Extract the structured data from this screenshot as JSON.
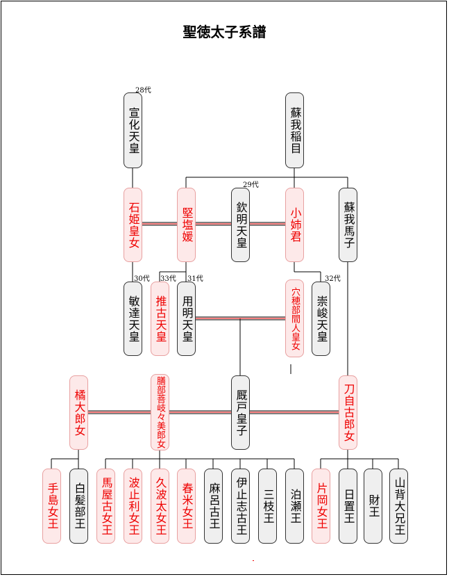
{
  "title": "聖徳太子系譜",
  "people": {
    "senka": "宣化天皇",
    "iname": "蘇我稲目",
    "ishihime": "石姫皇女",
    "kitashi": "堅塩媛",
    "kinmei": "欽明天皇",
    "oane": "小姉君",
    "umako": "蘇我馬子",
    "bidatsu": "敏達天皇",
    "suiko": "推古天皇",
    "yomei": "用明天皇",
    "anahobe": "穴穂部間人皇女",
    "sushun": "崇峻天皇",
    "tachibana": "橘大郎女",
    "kashiwade": "膳部菩岐々美郎女",
    "umayado": "厩戸皇子",
    "tojiko": "刀自古郎女",
    "teshima": "手島女王",
    "shirakabe": "白髪部王",
    "umayako": "馬屋古女王",
    "hatsuse": "波止利女王",
    "kuhata": "久波太女王",
    "tsukime": "春米女王",
    "maro": "麻呂古王",
    "ishishiko": "伊止志古王",
    "mieda": "三枝王",
    "hatsuse2": "泊瀬王",
    "kataoka": "片岡女王",
    "hioki": "日置王",
    "takara": "財王",
    "yamashiro": "山背大兄王"
  },
  "generations": {
    "g28": "28代",
    "g29": "29代",
    "g30": "30代",
    "g31": "31代",
    "g32": "32代",
    "g33": "33代"
  }
}
